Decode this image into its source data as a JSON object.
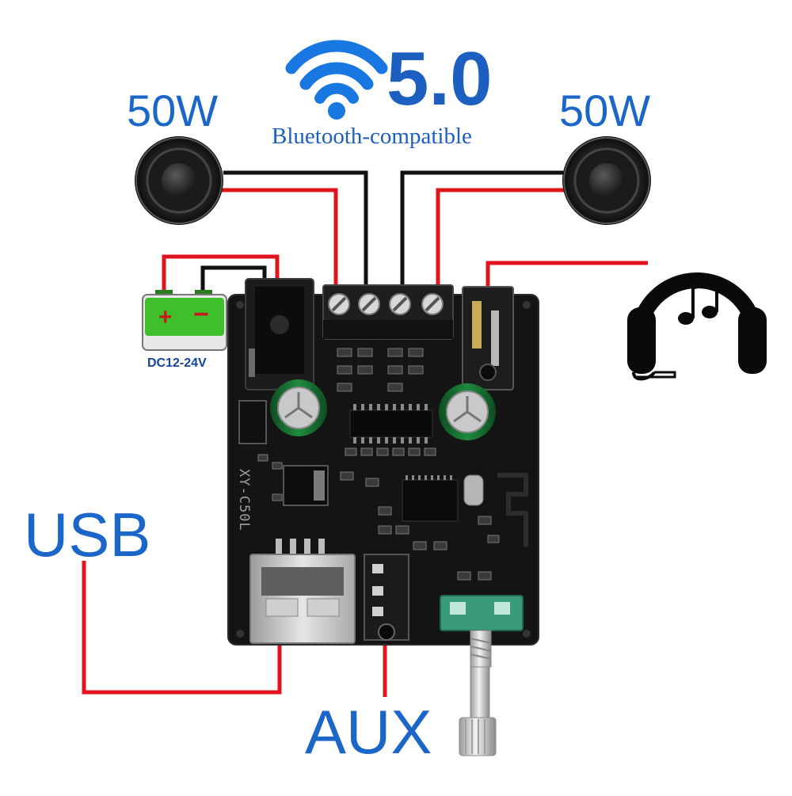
{
  "labels": {
    "left_speaker_power": "50W",
    "right_speaker_power": "50W",
    "bluetooth_version": "5.0",
    "bluetooth_text": "Bluetooth-compatible",
    "usb": "USB",
    "aux": "AUX",
    "power_input": "DC12-24V",
    "board_model": "XY-C50L",
    "battery_plus": "+",
    "battery_minus": "−"
  },
  "colors": {
    "label_blue": "#1a66c9",
    "wire_red": "#e0141c",
    "wire_black": "#111111",
    "board": "#141414",
    "battery_green": "#3fbf2a",
    "knob_teal": "#3a9a7c"
  },
  "icons": [
    "speaker-icon",
    "wifi-signal-icon",
    "headphones-icon",
    "music-note-icon",
    "battery-icon"
  ]
}
